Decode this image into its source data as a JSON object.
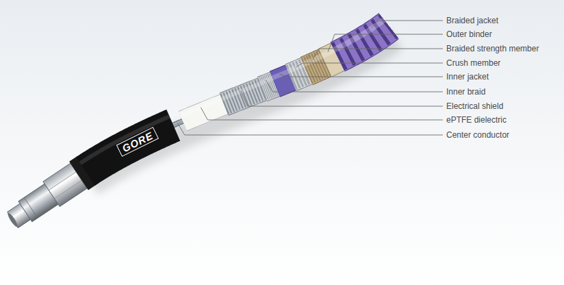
{
  "diagram": {
    "labels": [
      "Braided jacket",
      "Outer binder",
      "Braided strength member",
      "Crush member",
      "Inner jacket",
      "Inner braid",
      "Electrical shield",
      "ePTFE dielectric",
      "Center conductor",
      "GORE"
    ]
  }
}
